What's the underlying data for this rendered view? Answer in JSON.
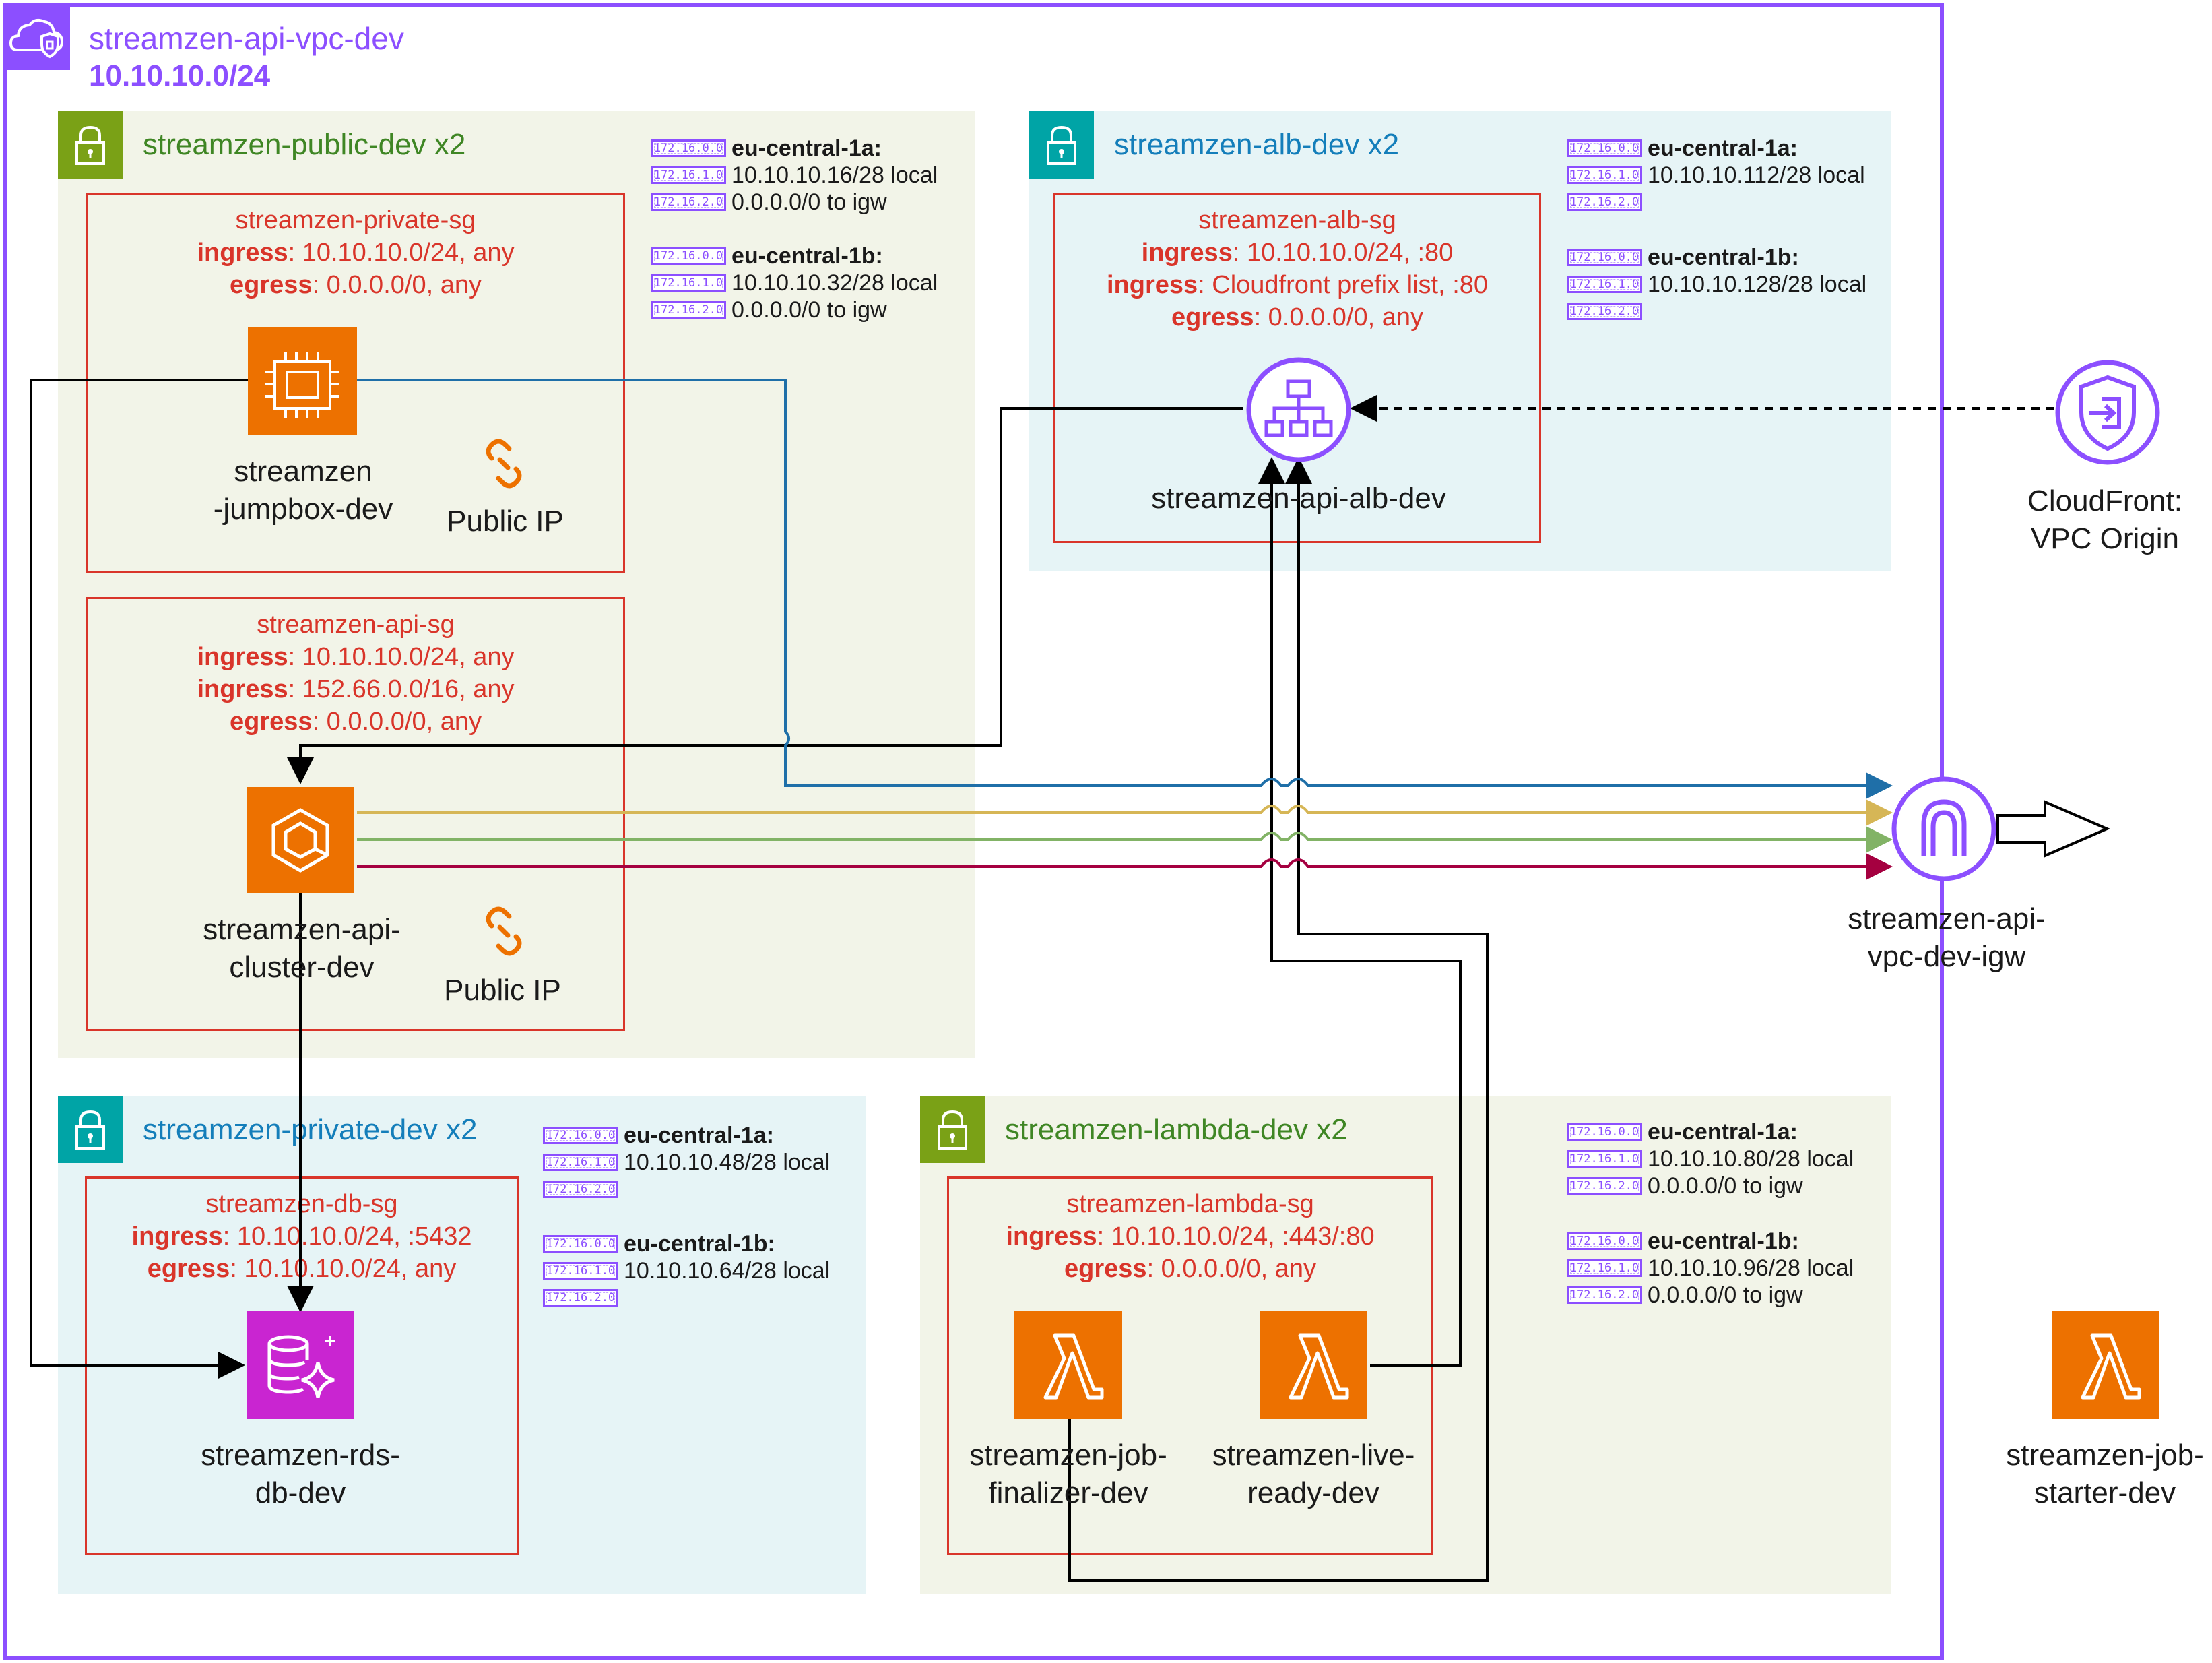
{
  "vpc": {
    "name": "streamzen-api-vpc-dev",
    "cidr": "10.10.10.0/24",
    "border_color": "#8c4fff"
  },
  "colors": {
    "public_subnet_fill": "#f2f4e8",
    "private_subnet_fill": "#e6f4f6",
    "security_group": "#d9352a",
    "compute_orange": "#ed7100",
    "database_magenta": "#c925d1",
    "network_purple": "#8c4fff",
    "public_subnet_title": "#3f8624",
    "private_subnet_title": "#147eba",
    "line_blue": "#1f6fa8",
    "line_yellow": "#d6b656",
    "line_green": "#82b366",
    "line_red": "#a50040"
  },
  "subnets": {
    "public": {
      "title": "streamzen-public-dev x2",
      "icon": "lock-icon",
      "routes": [
        {
          "az": "eu-central-1a:",
          "lines": [
            "172.16.0.0|",
            "172.16.1.0|10.10.10.16/28 local",
            "172.16.2.0|0.0.0.0/0 to igw"
          ]
        },
        {
          "az": "eu-central-1b:",
          "lines": [
            "172.16.0.0|",
            "172.16.1.0|10.10.10.32/28 local",
            "172.16.2.0|0.0.0.0/0 to igw"
          ]
        }
      ]
    },
    "alb": {
      "title": "streamzen-alb-dev x2",
      "icon": "lock-icon",
      "routes": [
        {
          "az": "eu-central-1a:",
          "lines": [
            "172.16.0.0|",
            "172.16.1.0|10.10.10.112/28 local",
            "172.16.2.0|"
          ]
        },
        {
          "az": "eu-central-1b:",
          "lines": [
            "172.16.0.0|",
            "172.16.1.0|10.10.10.128/28 local",
            "172.16.2.0|"
          ]
        }
      ]
    },
    "private": {
      "title": "streamzen-private-dev x2",
      "icon": "lock-icon",
      "routes": [
        {
          "az": "eu-central-1a:",
          "lines": [
            "172.16.0.0|",
            "172.16.1.0|10.10.10.48/28 local",
            "172.16.2.0|"
          ]
        },
        {
          "az": "eu-central-1b:",
          "lines": [
            "172.16.0.0|",
            "172.16.1.0|10.10.10.64/28 local",
            "172.16.2.0|"
          ]
        }
      ]
    },
    "lambda": {
      "title": "streamzen-lambda-dev x2",
      "icon": "lock-icon",
      "routes": [
        {
          "az": "eu-central-1a:",
          "lines": [
            "172.16.0.0|",
            "172.16.1.0|10.10.10.80/28 local",
            "172.16.2.0|0.0.0.0/0 to igw"
          ]
        },
        {
          "az": "eu-central-1b:",
          "lines": [
            "172.16.0.0|",
            "172.16.1.0|10.10.10.96/28 local",
            "172.16.2.0|0.0.0.0/0 to igw"
          ]
        }
      ]
    }
  },
  "security_groups": {
    "private_sg": {
      "name": "streamzen-private-sg",
      "rules": [
        {
          "kw": "ingress",
          "rest": ": 10.10.10.0/24, any"
        },
        {
          "kw": "egress",
          "rest": ": 0.0.0.0/0, any"
        }
      ]
    },
    "api_sg": {
      "name": "streamzen-api-sg",
      "rules": [
        {
          "kw": "ingress",
          "rest": ": 10.10.10.0/24, any"
        },
        {
          "kw": "ingress",
          "rest": ": 152.66.0.0/16, any"
        },
        {
          "kw": "egress",
          "rest": ": 0.0.0.0/0, any"
        }
      ]
    },
    "alb_sg": {
      "name": "streamzen-alb-sg",
      "rules": [
        {
          "kw": "ingress",
          "rest": ": 10.10.10.0/24, :80"
        },
        {
          "kw": "ingress",
          "rest": ": Cloudfront prefix list, :80"
        },
        {
          "kw": "egress",
          "rest": ": 0.0.0.0/0, any"
        }
      ]
    },
    "db_sg": {
      "name": "streamzen-db-sg",
      "rules": [
        {
          "kw": "ingress",
          "rest": ": 10.10.10.0/24, :5432"
        },
        {
          "kw": "egress",
          "rest": ": 10.10.10.0/24, any"
        }
      ]
    },
    "lambda_sg": {
      "name": "streamzen-lambda-sg",
      "rules": [
        {
          "kw": "ingress",
          "rest": ": 10.10.10.0/24, :443/:80"
        },
        {
          "kw": "egress",
          "rest": ": 0.0.0.0/0, any"
        }
      ]
    }
  },
  "nodes": {
    "jumpbox": {
      "label_1": "streamzen",
      "label_2": "-jumpbox-dev",
      "icon": "ec2-instance-icon"
    },
    "jumpbox_ip": {
      "label": "Public IP",
      "icon": "elastic-ip-icon"
    },
    "cluster": {
      "label_1": "streamzen-api-",
      "label_2": "cluster-dev",
      "icon": "ecs-icon"
    },
    "cluster_ip": {
      "label": "Public IP",
      "icon": "elastic-ip-icon"
    },
    "alb": {
      "label": "streamzen-api-alb-dev",
      "icon": "load-balancer-icon"
    },
    "cloudfront": {
      "label_1": "CloudFront:",
      "label_2": "VPC Origin",
      "icon": "cloudfront-vpc-origin-icon"
    },
    "igw": {
      "label_1": "streamzen-api-",
      "label_2": "vpc-dev-igw",
      "icon": "internet-gateway-icon"
    },
    "rds": {
      "label_1": "streamzen-rds-",
      "label_2": "db-dev",
      "icon": "rds-database-icon"
    },
    "finalizer": {
      "label_1": "streamzen-job-",
      "label_2": "finalizer-dev",
      "icon": "lambda-icon"
    },
    "live_ready": {
      "label_1": "streamzen-live-",
      "label_2": "ready-dev",
      "icon": "lambda-icon"
    },
    "job_starter": {
      "label_1": "streamzen-job-",
      "label_2": "starter-dev",
      "icon": "lambda-icon"
    }
  }
}
